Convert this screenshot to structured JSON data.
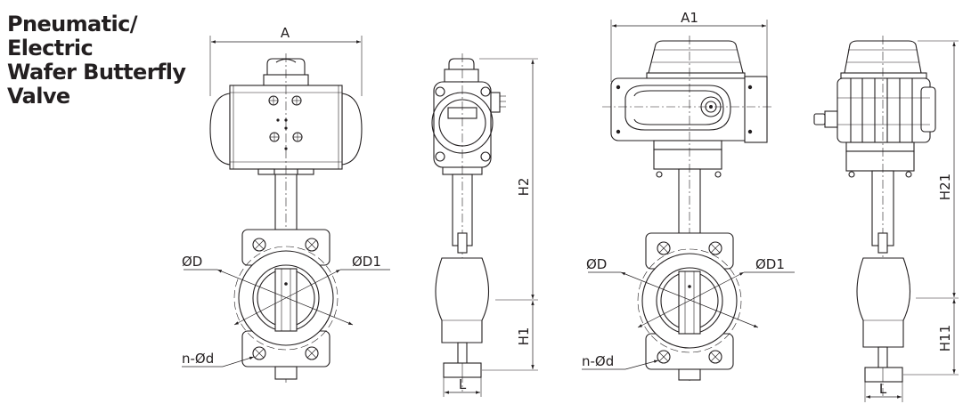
{
  "title": {
    "lines": [
      "Pneumatic/",
      "Electric",
      "Wafer Butterfly",
      "Valve"
    ]
  },
  "labels": {
    "pneumatic_front": {
      "width": "A",
      "bore": "ØD",
      "bolt_circle": "ØD1",
      "holes": "n-Ød"
    },
    "pneumatic_side": {
      "height_top": "H2",
      "height_bottom": "H1",
      "length": "L"
    },
    "electric_front": {
      "width": "A1",
      "bore": "ØD",
      "bolt_circle": "ØD1",
      "holes": "n-Ød"
    },
    "electric_side": {
      "height_top": "H21",
      "height_bottom": "H11",
      "length": "L"
    }
  }
}
